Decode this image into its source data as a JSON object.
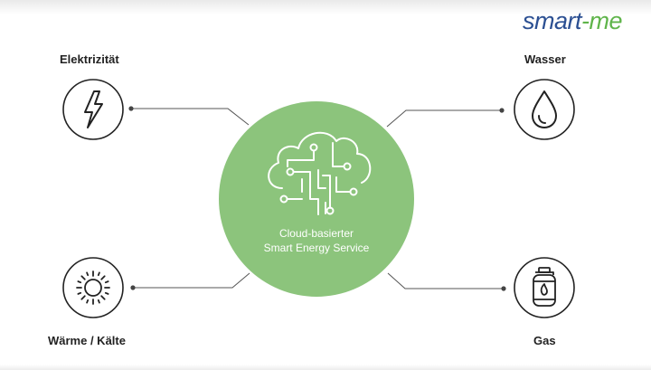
{
  "brand": {
    "logo_part1": "smart",
    "logo_part2": "-me",
    "colors": {
      "blue": "#2b4f92",
      "green": "#5fb44a"
    }
  },
  "center": {
    "line1": "Cloud-basierter",
    "line2": "Smart Energy Service",
    "icon": "cloud-circuit-icon",
    "color": "#8cc47c"
  },
  "nodes": {
    "electricity": {
      "label": "Elektrizität",
      "icon": "lightning-icon"
    },
    "water": {
      "label": "Wasser",
      "icon": "water-drop-icon"
    },
    "heat": {
      "label": "Wärme / Kälte",
      "icon": "sun-icon"
    },
    "gas": {
      "label": "Gas",
      "icon": "gas-cylinder-icon"
    }
  }
}
